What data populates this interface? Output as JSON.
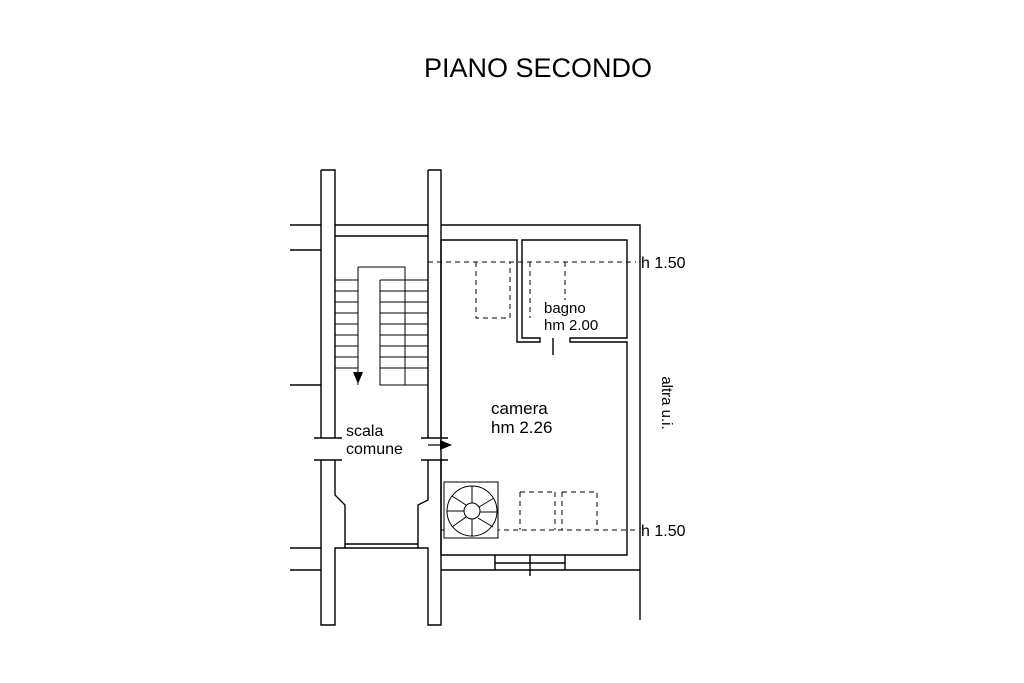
{
  "title": "PIANO SECONDO",
  "rooms": {
    "bathroom": {
      "name": "bagno",
      "height": "hm 2.00"
    },
    "bedroom": {
      "name": "camera",
      "height": "hm 2.26"
    },
    "stairwell": {
      "name_line1": "scala",
      "name_line2": "comune"
    },
    "neighbor": {
      "name": "altra u.i."
    }
  },
  "heights": {
    "top": "h 1.50",
    "bottom": "h 1.50"
  },
  "colors": {
    "line": "#000000",
    "background": "#ffffff"
  }
}
